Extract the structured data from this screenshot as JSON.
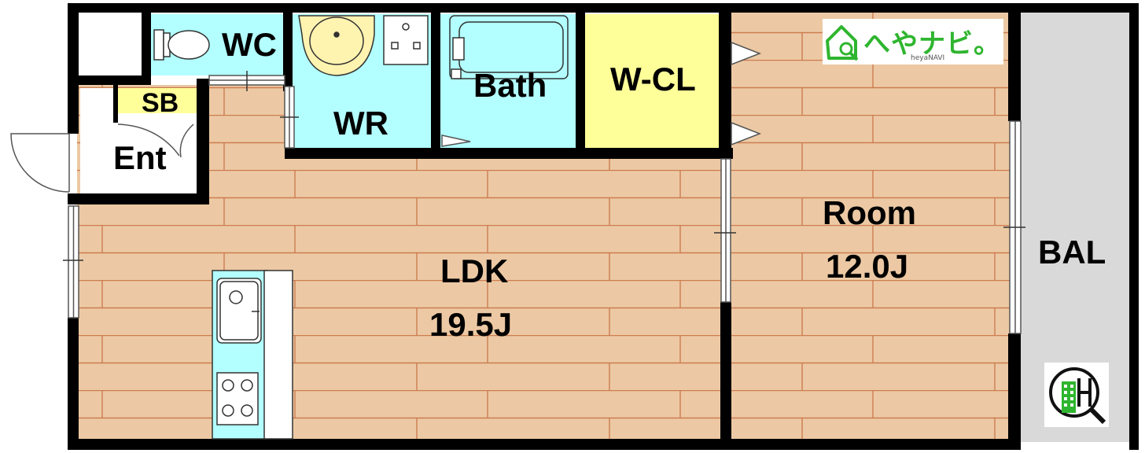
{
  "rooms": {
    "wc": "WC",
    "sb": "SB",
    "ent": "Ent",
    "wr": "WR",
    "bath": "Bath",
    "wcl": "W-CL",
    "room": "Room",
    "room_size": "12.0J",
    "ldk": "LDK",
    "ldk_size": "19.5J",
    "bal": "BAL"
  },
  "logo": {
    "text": "へやナビ。",
    "sub": "heyaNAVI"
  },
  "colors": {
    "floor": "#ECC9A4",
    "floor_line": "#CD7C50",
    "wet_area": "#B3FFFF",
    "closet": "#FFFF99",
    "balcony": "#D9D9D9",
    "wall": "#000000",
    "logo_green": "#2FB52F"
  }
}
